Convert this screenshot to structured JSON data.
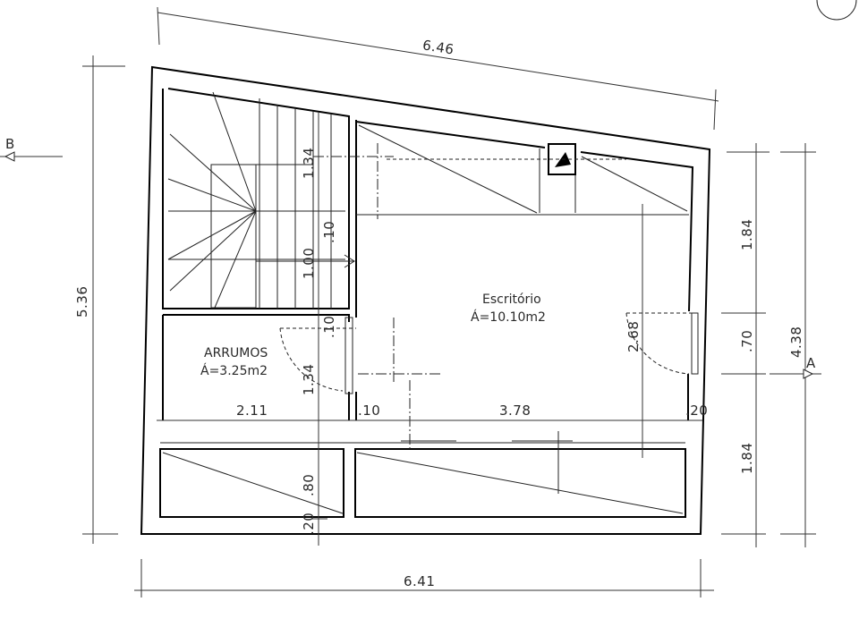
{
  "rooms": [
    {
      "name": "Escritório",
      "area": "Á=10.10m2"
    },
    {
      "name": "ARRUMOS",
      "area": "Á=3.25m2"
    }
  ],
  "dimensions": {
    "top": "6.46",
    "bottom": "6.41",
    "left": "5.36",
    "right_upper": "1.84",
    "right_mid": ".70",
    "right_lower": "1.84",
    "right_total": "4.38",
    "room_width_left": "2.11",
    "wall_mid": ".10",
    "room_width_right": "3.78",
    "wall_right": ".20",
    "escritorio_depth": "2.68",
    "stair_upper": "1.34",
    "stair_gap": ".10",
    "stair_lower": "1.00",
    "wall_gap": ".10",
    "arrumos_depth": "1.34",
    "lower_depth": ".80",
    "base_wall": ".20"
  },
  "section_markers": {
    "a": "A",
    "b": "B"
  }
}
